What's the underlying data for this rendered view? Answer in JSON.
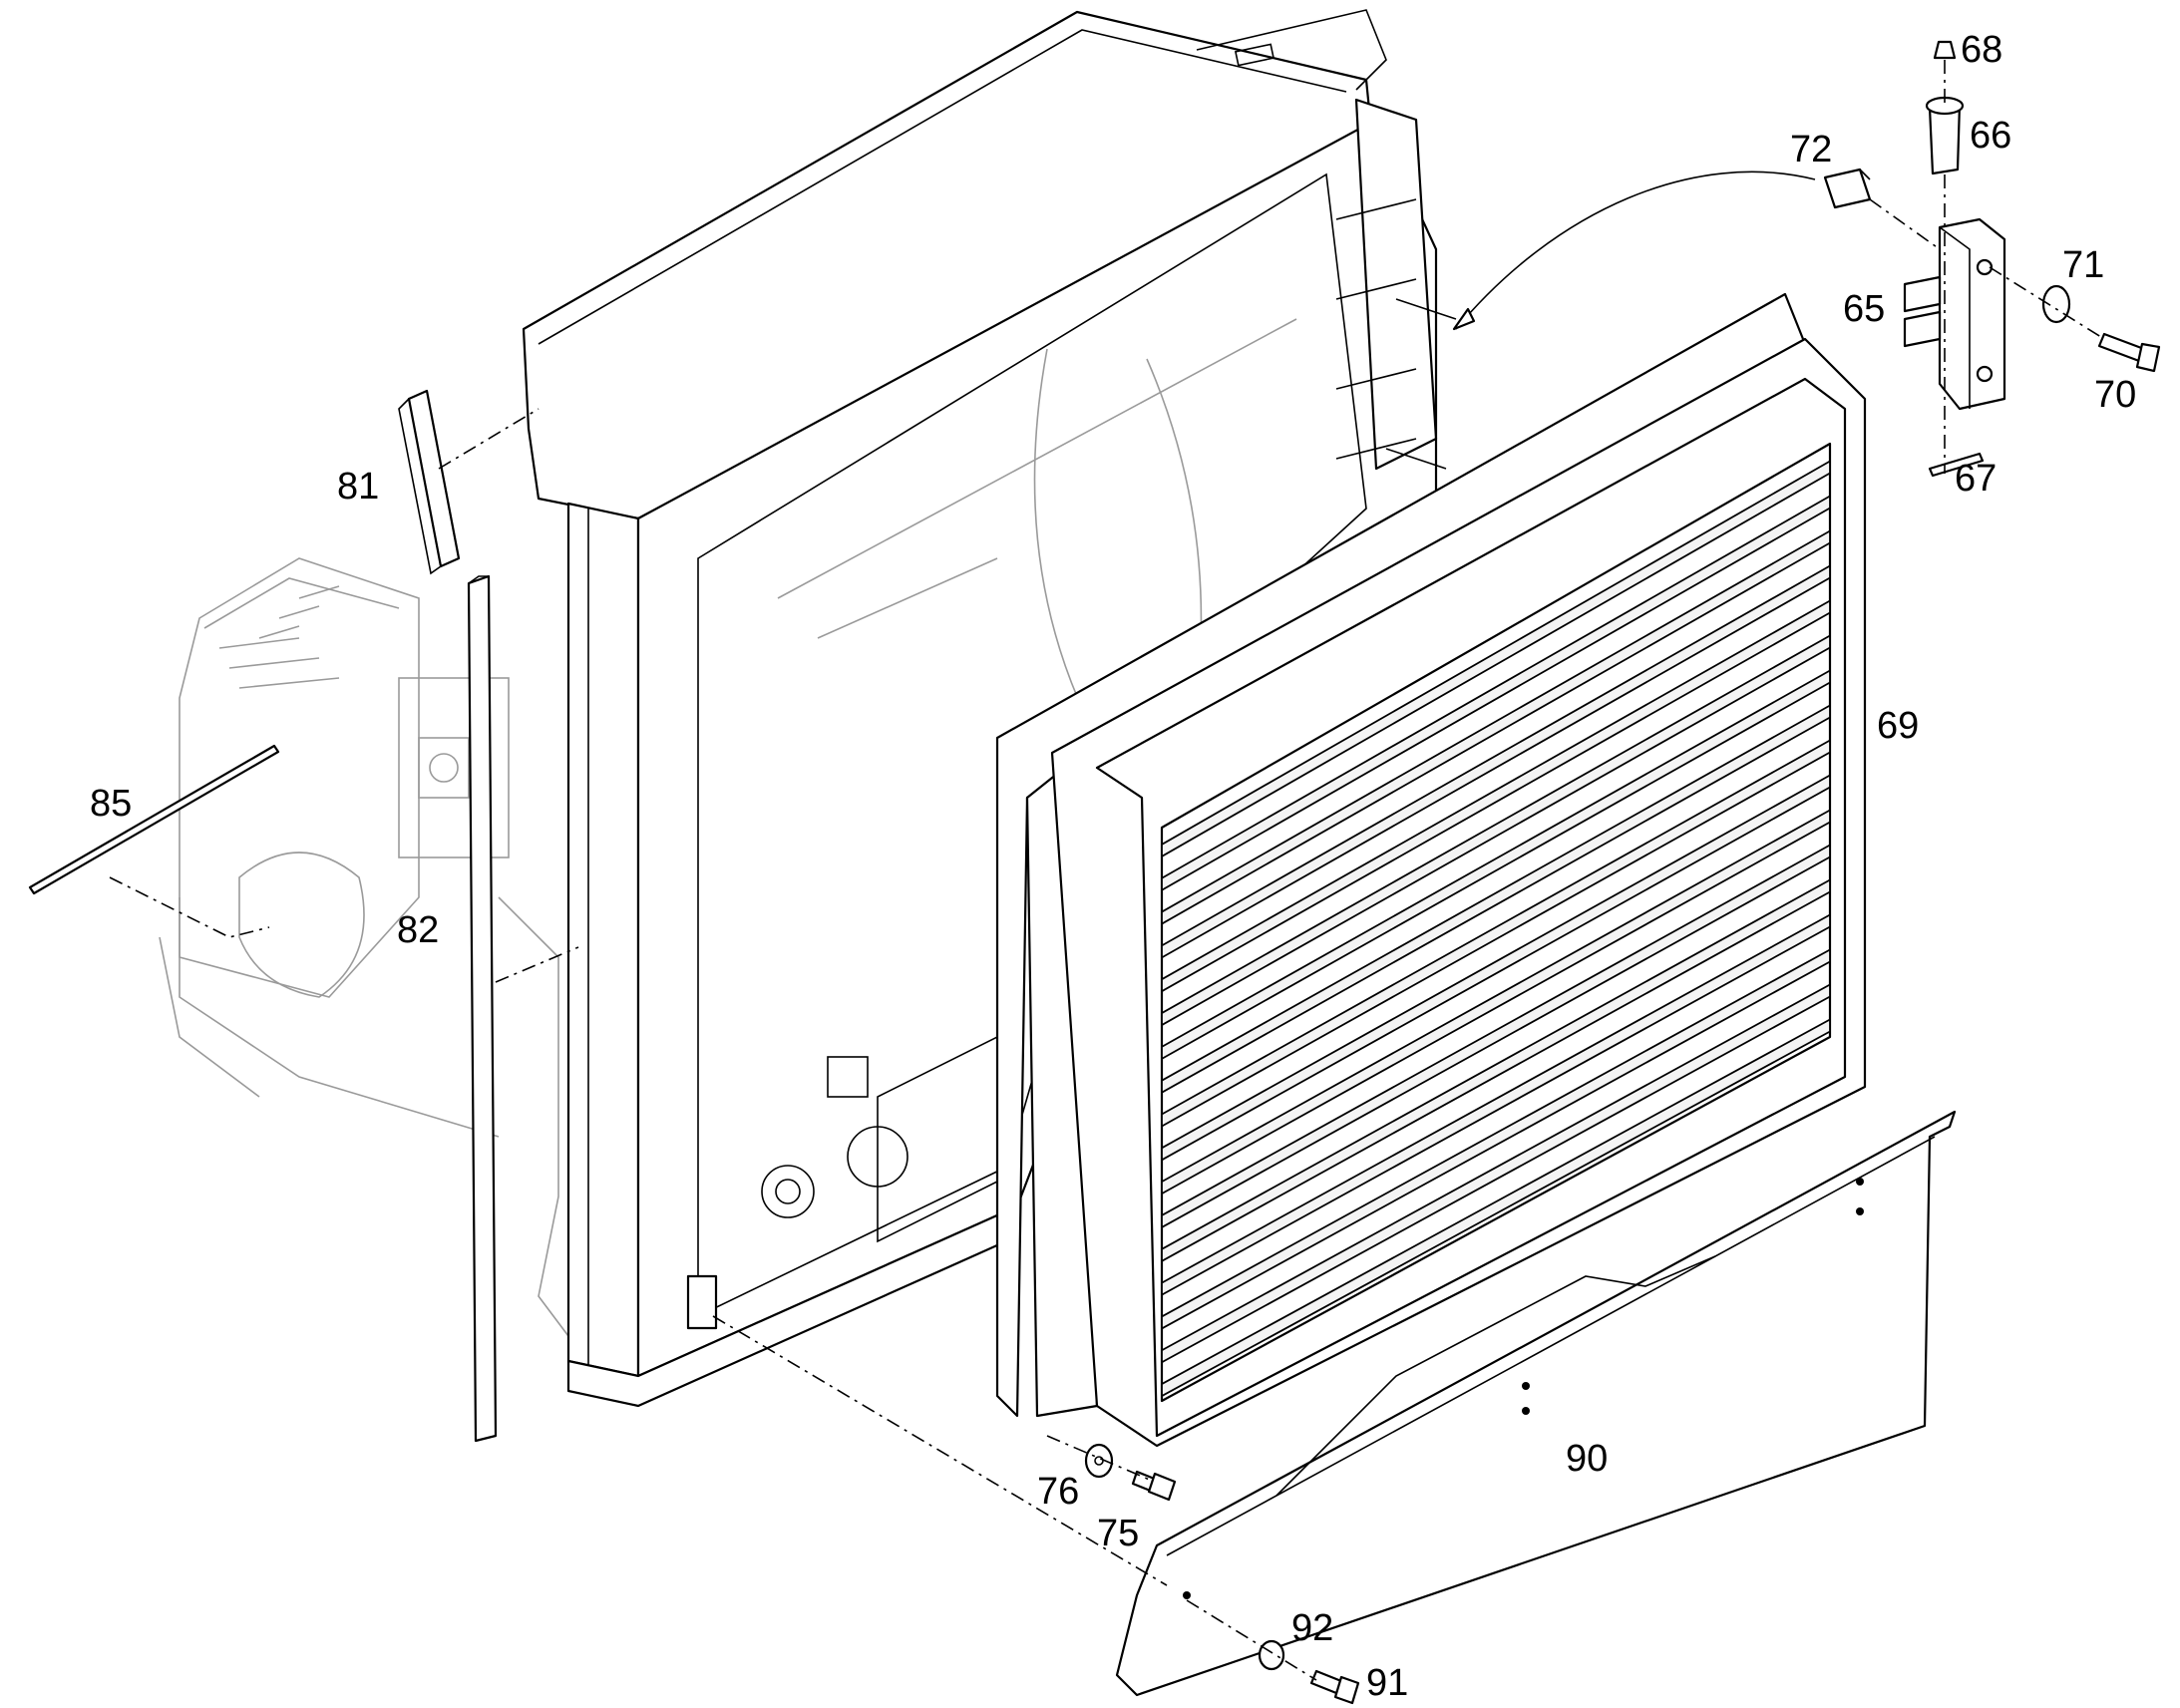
{
  "callouts": [
    {
      "id": "68",
      "label": "68"
    },
    {
      "id": "66",
      "label": "66"
    },
    {
      "id": "72",
      "label": "72"
    },
    {
      "id": "65",
      "label": "65"
    },
    {
      "id": "71",
      "label": "71"
    },
    {
      "id": "70",
      "label": "70"
    },
    {
      "id": "67",
      "label": "67"
    },
    {
      "id": "69",
      "label": "69"
    },
    {
      "id": "81",
      "label": "81"
    },
    {
      "id": "85",
      "label": "85"
    },
    {
      "id": "82",
      "label": "82"
    },
    {
      "id": "90",
      "label": "90"
    },
    {
      "id": "76",
      "label": "76"
    },
    {
      "id": "75",
      "label": "75"
    },
    {
      "id": "92",
      "label": "92"
    },
    {
      "id": "91",
      "label": "91"
    }
  ],
  "colors": {
    "line": "#000000",
    "background": "#ffffff",
    "faint": "#9a9a9a"
  }
}
